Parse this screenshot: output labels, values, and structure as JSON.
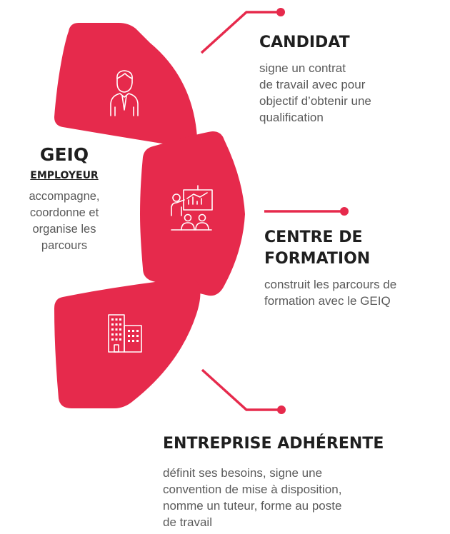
{
  "colors": {
    "accent": "#e62a4c",
    "title": "#1f1f1f",
    "body": "#5a5a5a"
  },
  "center": {
    "title": "GEIQ",
    "subtitle": "EMPLOYEUR",
    "description": "accompagne,\ncoordonne et\norganise les\nparcours"
  },
  "candidat": {
    "icon": "person-icon",
    "title": "CANDIDAT",
    "description": "signe un contrat\nde travail avec pour\nobjectif d’obtenir une\nqualification"
  },
  "centre_formation": {
    "icon": "training-presentation-icon",
    "title": "CENTRE DE\nFORMATION",
    "description": "construit les parcours de\nformation avec le GEIQ"
  },
  "entreprise": {
    "icon": "building-icon",
    "title": "ENTREPRISE ADHÉRENTE",
    "description": "définit ses besoins, signe une\nconvention de mise à disposition,\nnomme un tuteur, forme au poste\nde travail"
  }
}
